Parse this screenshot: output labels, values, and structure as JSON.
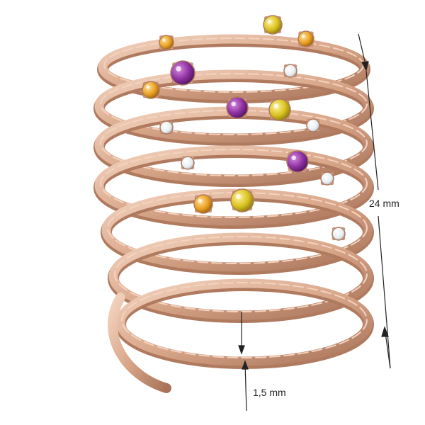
{
  "dimensions": {
    "height": "24 mm",
    "wire_thickness": "1,5  mm"
  },
  "colors": {
    "background": "#ffffff",
    "gold": "#d9a78a",
    "gold_dark": "#b07a5f",
    "gold_light": "#f3d3bf",
    "amethyst": "#8e2fa0",
    "citrine": "#e8a020",
    "yellow_sapphire": "#d9c21e",
    "diamond": "#e8eef2",
    "annotation": "#222222"
  },
  "stones": [
    {
      "kind": "citrine"
    },
    {
      "kind": "yellow_sapphire"
    },
    {
      "kind": "citrine"
    },
    {
      "kind": "amethyst"
    },
    {
      "kind": "diamond"
    },
    {
      "kind": "citrine"
    },
    {
      "kind": "amethyst"
    },
    {
      "kind": "yellow_sapphire"
    },
    {
      "kind": "diamond"
    },
    {
      "kind": "diamond"
    },
    {
      "kind": "amethyst"
    },
    {
      "kind": "diamond"
    },
    {
      "kind": "diamond"
    },
    {
      "kind": "citrine"
    },
    {
      "kind": "yellow_sapphire"
    },
    {
      "kind": "diamond"
    }
  ]
}
